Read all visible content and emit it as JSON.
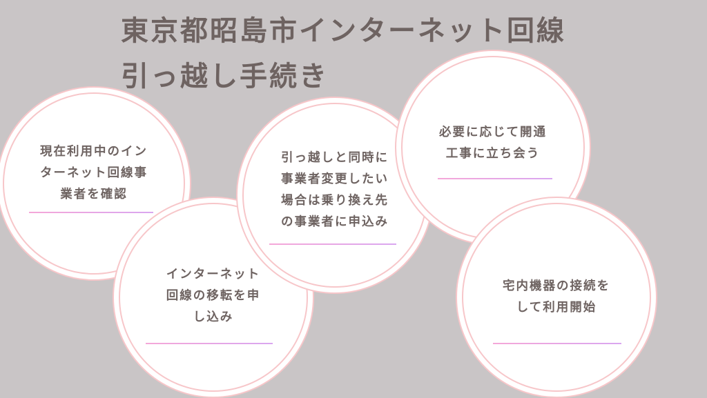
{
  "title": {
    "line1": "東京都昭島市インターネット回線",
    "line2": "引っ越し手続き"
  },
  "steps": [
    {
      "lines": [
        "現在利用中のイン",
        "ターネット回線事",
        "業者を確認"
      ]
    },
    {
      "lines": [
        "インターネット",
        "回線の移転を申",
        "し込み"
      ]
    },
    {
      "lines": [
        "引っ越しと同時に",
        "事業者変更したい",
        "場合は乗り換え先",
        "の事業者に申込み"
      ]
    },
    {
      "lines": [
        "必要に応じて開通",
        "工事に立ち会う"
      ]
    },
    {
      "lines": [
        "宅内機器の接続を",
        "して利用開始"
      ]
    }
  ],
  "colors": {
    "background": "#c9c5c6",
    "ring": "#f7c6c9",
    "text": "#6e6361"
  }
}
